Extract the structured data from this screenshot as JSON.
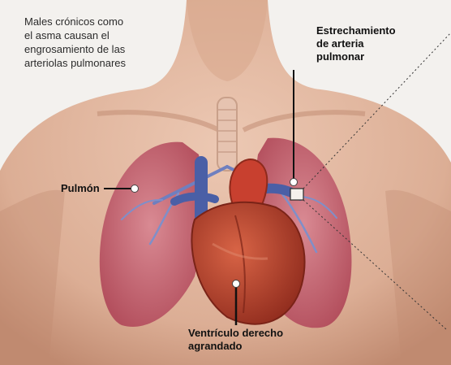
{
  "intro": {
    "lines": [
      "Males crónicos como",
      "el asma causan el",
      "engrosamiento de las",
      "arteriolas pulmonares"
    ]
  },
  "callouts": {
    "estrechamiento": [
      "Estrechamiento",
      "de arteria",
      "pulmonar"
    ],
    "pulmon": "Pulmón",
    "ventriculo": [
      "Ventrículo derecho",
      "agrandado"
    ]
  },
  "colors": {
    "skin": "#e2b7a0",
    "skin_shadow": "#c98e74",
    "lung": "#c9626f",
    "heart": "#b8382a",
    "vessel_blue": "#4a5fa6",
    "background": "#f3f1ee"
  }
}
